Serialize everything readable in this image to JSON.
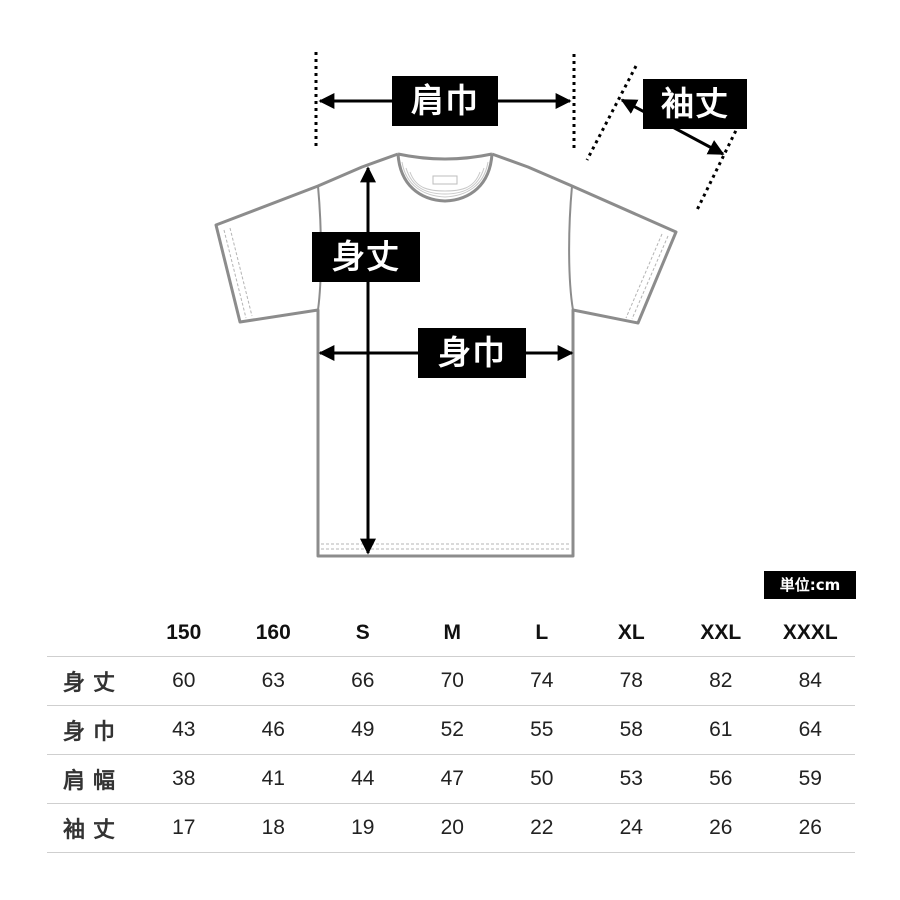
{
  "diagram": {
    "labels": {
      "shoulder": "肩巾",
      "sleeve": "袖丈",
      "length": "身丈",
      "width": "身巾"
    }
  },
  "unit": "単位:cm",
  "table": {
    "sizes": [
      "150",
      "160",
      "S",
      "M",
      "L",
      "XL",
      "XXL",
      "XXXL"
    ],
    "rows": [
      {
        "label": "身丈",
        "values": [
          "60",
          "63",
          "66",
          "70",
          "74",
          "78",
          "82",
          "84"
        ]
      },
      {
        "label": "身巾",
        "values": [
          "43",
          "46",
          "49",
          "52",
          "55",
          "58",
          "61",
          "64"
        ]
      },
      {
        "label": "肩幅",
        "values": [
          "38",
          "41",
          "44",
          "47",
          "50",
          "53",
          "56",
          "59"
        ]
      },
      {
        "label": "袖丈",
        "values": [
          "17",
          "18",
          "19",
          "20",
          "22",
          "24",
          "26",
          "26"
        ]
      }
    ]
  },
  "colors": {
    "outline": "#8c8c8c",
    "arrow": "#000000",
    "label_bg": "#000000",
    "label_text": "#ffffff"
  }
}
